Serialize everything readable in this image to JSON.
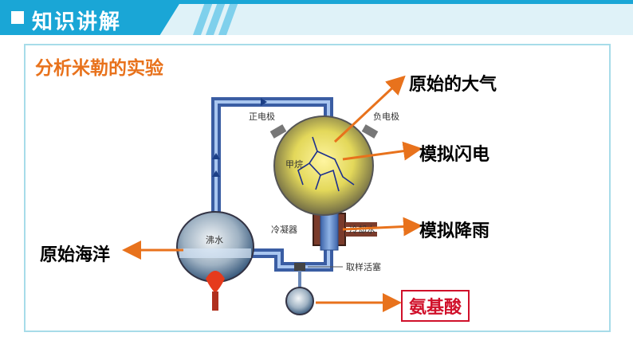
{
  "header": {
    "title": "知识讲解"
  },
  "subtitle": "分析米勒的实验",
  "labels": {
    "atmosphere": "原始的大气",
    "lightning": "模拟闪电",
    "rain": "模拟降雨",
    "ocean": "原始海洋",
    "amino_acid": "氨基酸"
  },
  "apparatus": {
    "positive_electrode": "正电极",
    "negative_electrode": "负电极",
    "methane": "甲烷",
    "boiling_water": "沸水",
    "condenser": "冷凝器",
    "cooling_water": "冷却水",
    "sampling_stopcock": "取样活塞"
  },
  "colors": {
    "accent": "#1aa6d6",
    "arrow": "#e8721c",
    "highlight": "#d0102a"
  }
}
